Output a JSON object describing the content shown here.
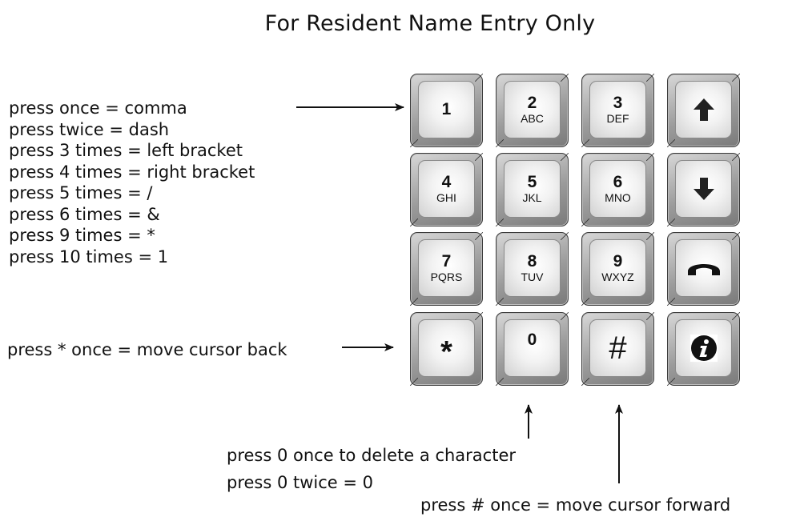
{
  "title": "For Resident Name Entry Only",
  "left_notes": [
    "press once  =  comma",
    "press twice  =  dash",
    "press 3 times  =  left bracket",
    "press 4 times  =  right bracket",
    "press 5 times  =  /",
    "press 6 times  = &",
    "press 9 times = *",
    "press 10 times = 1"
  ],
  "star_note": "press * once  =  move cursor back",
  "zero_notes": [
    "press 0 once to delete a character",
    "press 0 twice  =  0"
  ],
  "hash_note": "press # once  =  move cursor forward",
  "keys": {
    "k1": {
      "digit": "1",
      "letters": ""
    },
    "k2": {
      "digit": "2",
      "letters": "ABC"
    },
    "k3": {
      "digit": "3",
      "letters": "DEF"
    },
    "k4": {
      "digit": "4",
      "letters": "GHI"
    },
    "k5": {
      "digit": "5",
      "letters": "JKL"
    },
    "k6": {
      "digit": "6",
      "letters": "MNO"
    },
    "k7": {
      "digit": "7",
      "letters": "PQRS"
    },
    "k8": {
      "digit": "8",
      "letters": "TUV"
    },
    "k9": {
      "digit": "9",
      "letters": "WXYZ"
    },
    "k0": {
      "digit": "0"
    },
    "star": {
      "symbol": "*"
    },
    "hash": {
      "symbol": "#"
    },
    "up": {
      "icon": "up-arrow-icon"
    },
    "down": {
      "icon": "down-arrow-icon"
    },
    "phone": {
      "icon": "phone-hangup-icon"
    },
    "info": {
      "icon": "info-icon"
    }
  }
}
